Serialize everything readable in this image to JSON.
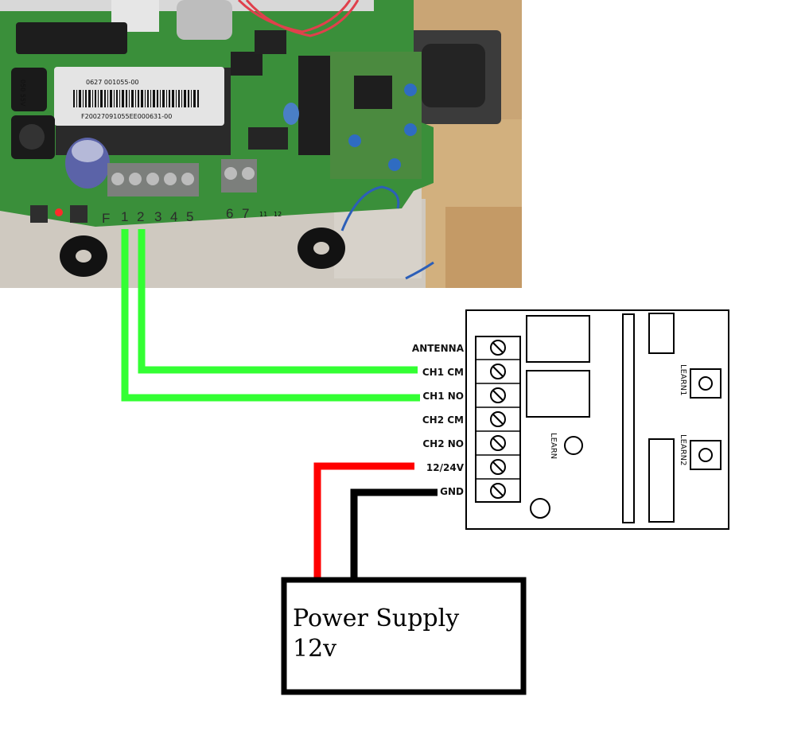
{
  "photo": {
    "sticker_line1": "0627 001055-00",
    "sticker_line2": "F20027091055EE000631-00",
    "left_component_text": "050 55V",
    "terminal_numbers": [
      "F",
      "1",
      "2",
      "3",
      "4",
      "5",
      "6",
      "7",
      "11",
      "12"
    ]
  },
  "receiver": {
    "terminals": [
      "ANTENNA",
      "CH1 CM",
      "CH1 NO",
      "CH2 CM",
      "CH2 NO",
      "12/24V",
      "GND"
    ],
    "learn_center": "LEARN",
    "learn1": "LEARN1",
    "learn2": "LEARN2"
  },
  "power_supply": {
    "line1": "Power Supply",
    "line2": "12v"
  },
  "colors": {
    "green_wire": "#33ff33",
    "red_wire": "#ff0000",
    "black_wire": "#000000",
    "pcb": "#3a8f3a"
  }
}
